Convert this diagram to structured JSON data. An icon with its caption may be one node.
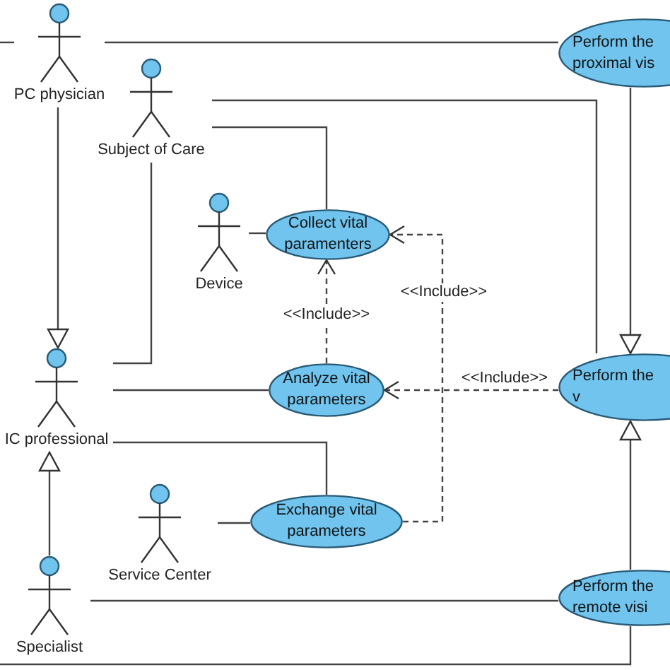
{
  "diagram": {
    "nodes": [
      {
        "text": [
          "PC physician"
        ]
      },
      {
        "text": [
          "Subject of Care"
        ]
      },
      {
        "text": [
          "Device"
        ]
      },
      {
        "text": [
          "IC professional"
        ]
      },
      {
        "text": [
          "Service Center"
        ]
      },
      {
        "text": [
          "Specialist"
        ]
      },
      {
        "text": [
          "Perform the proximal vis"
        ]
      },
      {
        "text": [
          "Collect vital paramenters"
        ]
      },
      {
        "text": [
          "Analyze vital parameters"
        ]
      },
      {
        "text": [
          "Perform the v"
        ]
      },
      {
        "text": [
          "Exchange vital parameters"
        ]
      },
      {
        "text": [
          "Perform the remote visi"
        ]
      }
    ],
    "edges": [
      {
        "from": null,
        "to": 0,
        "arrow": "none"
      },
      {
        "from": 0,
        "to": 6,
        "arrow": "none"
      },
      {
        "from": 1,
        "to": 9,
        "arrow": "none"
      },
      {
        "from": 1,
        "to": 7,
        "arrow": "none"
      },
      {
        "from": 1,
        "to": 3,
        "arrow": "none"
      },
      {
        "from": 0,
        "to": 3,
        "arrow": "to"
      },
      {
        "from": 2,
        "to": 7,
        "arrow": "none"
      },
      {
        "from": 8,
        "to": 7,
        "arrow": "to",
        "style": "dashed",
        "label": "<<Include>>"
      },
      {
        "from": 9,
        "to": 8,
        "arrow": "to",
        "style": "dashed",
        "label": "<<Include>>"
      },
      {
        "from": 10,
        "to": 7,
        "arrow": "to",
        "style": "dashed",
        "label": "<<Include>>"
      },
      {
        "from": 3,
        "to": 8,
        "arrow": "none"
      },
      {
        "from": 3,
        "to": 10,
        "arrow": "none"
      },
      {
        "from": 4,
        "to": 10,
        "arrow": "none"
      },
      {
        "from": 6,
        "to": 9,
        "arrow": "to"
      },
      {
        "from": 11,
        "to": 9,
        "arrow": "to"
      },
      {
        "from": 5,
        "to": 3,
        "arrow": "to"
      },
      {
        "from": 5,
        "to": 11,
        "arrow": "none"
      },
      {
        "from": null,
        "to": 11,
        "arrow": "none"
      }
    ]
  }
}
